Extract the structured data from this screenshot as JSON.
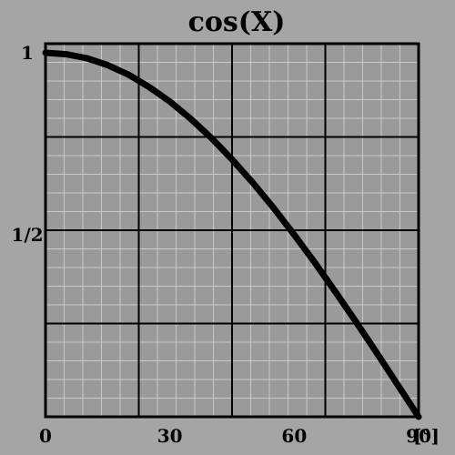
{
  "chart_data": {
    "type": "line",
    "title": "cos(X)",
    "xlabel": "",
    "ylabel": "",
    "xlim": [
      0,
      90
    ],
    "ylim": [
      0,
      1
    ],
    "x_unit": "[°]",
    "x_ticks": [
      {
        "value": 0,
        "label": "0"
      },
      {
        "value": 30,
        "label": "30"
      },
      {
        "value": 60,
        "label": "60"
      },
      {
        "value": 90,
        "label": "90"
      }
    ],
    "y_ticks": [
      {
        "value": 1,
        "label": "1"
      },
      {
        "value": 0.5,
        "label": "1/2"
      }
    ],
    "grid": true,
    "series": [
      {
        "color": "#000000",
        "x": [
          0,
          5,
          10,
          15,
          20,
          25,
          30,
          35,
          40,
          45,
          50,
          55,
          60,
          65,
          70,
          75,
          80,
          85,
          90
        ],
        "y": [
          1.0,
          0.996,
          0.985,
          0.966,
          0.94,
          0.906,
          0.866,
          0.819,
          0.766,
          0.707,
          0.643,
          0.574,
          0.5,
          0.423,
          0.342,
          0.259,
          0.174,
          0.087,
          0.0
        ]
      }
    ]
  },
  "colors": {
    "background": "#a5a5a5",
    "plot_background": "#9a9a9a",
    "grid_minor": "#c8c8c8",
    "grid_major": "#000000",
    "curve": "#000000"
  }
}
